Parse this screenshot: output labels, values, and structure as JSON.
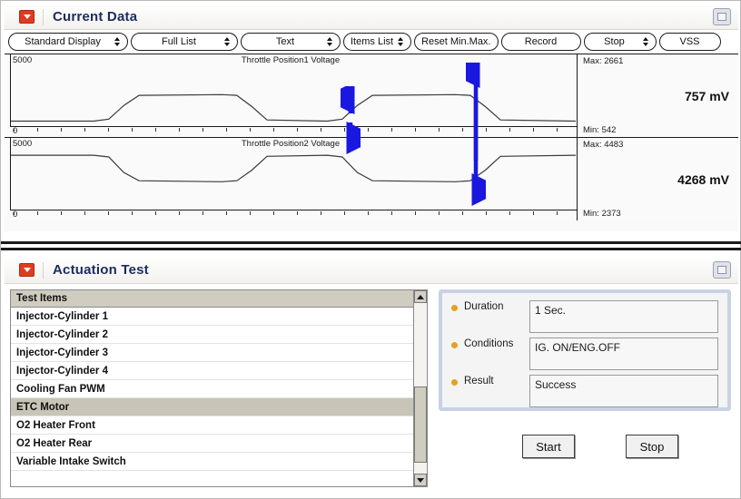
{
  "current_data_panel": {
    "title": "Current Data",
    "collapse_icon": "red-collapse-icon",
    "window_button": "maximize-icon",
    "toolbar": [
      {
        "label": "Standard Display",
        "spinner": true
      },
      {
        "label": "Full List",
        "spinner": true
      },
      {
        "label": "Text",
        "spinner": true
      },
      {
        "label": "Items List",
        "spinner": true
      },
      {
        "label": "Reset Min.Max.",
        "spinner": false
      },
      {
        "label": "Record",
        "spinner": false
      },
      {
        "label": "Stop",
        "spinner": true
      },
      {
        "label": "VSS",
        "spinner": false
      }
    ],
    "graphs": [
      {
        "title": "Throttle Position1 Voltage",
        "y_top": "5000",
        "y_bottom": "0",
        "max_label": "Max: 2661",
        "min_label": "Min: 542",
        "value": "757 mV"
      },
      {
        "title": "Throttle Position2 Voltage",
        "y_top": "5000",
        "y_bottom": "0",
        "max_label": "Max: 4483",
        "min_label": "Min: 2373",
        "value": "4268 mV"
      }
    ]
  },
  "actuation_panel": {
    "title": "Actuation Test",
    "collapse_icon": "red-collapse-icon",
    "window_button": "maximize-icon",
    "list_header": "Test Items",
    "items": [
      {
        "label": "Injector-Cylinder 1",
        "selected": false
      },
      {
        "label": "Injector-Cylinder 2",
        "selected": false
      },
      {
        "label": "Injector-Cylinder 3",
        "selected": false
      },
      {
        "label": "Injector-Cylinder 4",
        "selected": false
      },
      {
        "label": "Cooling Fan PWM",
        "selected": false
      },
      {
        "label": "ETC Motor",
        "selected": true
      },
      {
        "label": "O2 Heater Front",
        "selected": false
      },
      {
        "label": "O2 Heater Rear",
        "selected": false
      },
      {
        "label": "Variable Intake Switch",
        "selected": false
      }
    ],
    "details": {
      "duration_label": "Duration",
      "duration_value": "1 Sec.",
      "conditions_label": "Conditions",
      "conditions_value": "IG. ON/ENG.OFF",
      "result_label": "Result",
      "result_value": "Success"
    },
    "start_button": "Start",
    "stop_button": "Stop"
  },
  "chart_data": [
    {
      "type": "line",
      "title": "Throttle Position1 Voltage",
      "xlabel": "",
      "ylabel": "mV",
      "ylim": [
        0,
        5000
      ],
      "grid": false,
      "legend": "none",
      "annotations": {
        "max": 2661,
        "min": 542,
        "current_value": 757,
        "units": "mV",
        "cursor_arrows": [
          "short-up-arrow",
          "tall-up-arrow"
        ]
      },
      "x": [
        0,
        22,
        26,
        30,
        34,
        56,
        60,
        64,
        68,
        84,
        88,
        92,
        96,
        118,
        122,
        126,
        130,
        150
      ],
      "values": [
        542,
        542,
        700,
        1800,
        2600,
        2661,
        2600,
        1700,
        640,
        542,
        700,
        1800,
        2600,
        2661,
        2600,
        1700,
        640,
        542
      ]
    },
    {
      "type": "line",
      "title": "Throttle Position2 Voltage",
      "xlabel": "",
      "ylabel": "mV",
      "ylim": [
        0,
        5000
      ],
      "grid": false,
      "legend": "none",
      "annotations": {
        "max": 4483,
        "min": 2373,
        "current_value": 4268,
        "units": "mV",
        "cursor_arrows": [
          "short-down-arrow",
          "tall-down-arrow"
        ]
      },
      "x": [
        0,
        22,
        26,
        30,
        34,
        56,
        60,
        64,
        68,
        84,
        88,
        92,
        96,
        118,
        122,
        126,
        130,
        150
      ],
      "values": [
        4483,
        4483,
        4350,
        3100,
        2450,
        2373,
        2450,
        3300,
        4400,
        4483,
        4350,
        3100,
        2450,
        2373,
        2450,
        3300,
        4400,
        4483
      ]
    }
  ]
}
